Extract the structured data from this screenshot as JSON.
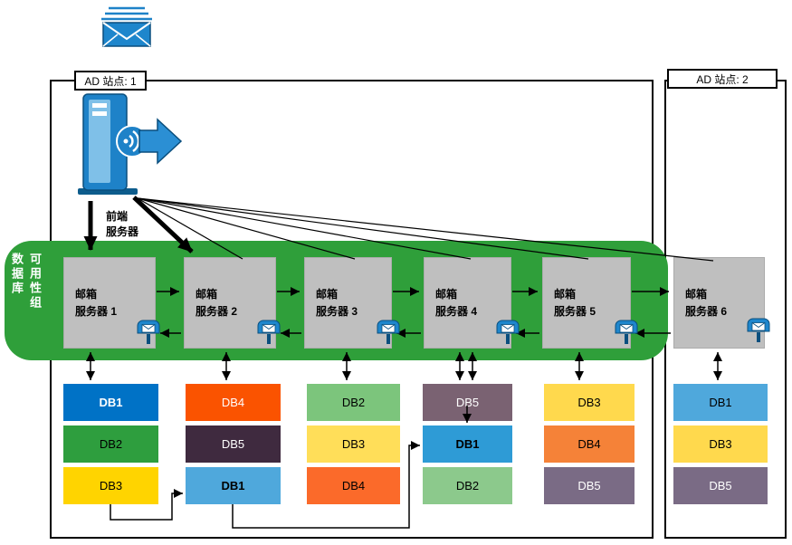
{
  "sites": [
    {
      "label": "AD 站点: 1"
    },
    {
      "label": "AD 站点: 2"
    }
  ],
  "frontend_server": {
    "label_line1": "前端",
    "label_line2": "服务器"
  },
  "dag_band": {
    "label_col1": "数据库",
    "label_col2": "可用性组",
    "color": "#2f9f3a"
  },
  "mailbox_servers": [
    {
      "line1": "邮箱",
      "line2": "服务器 1"
    },
    {
      "line1": "邮箱",
      "line2": "服务器 2"
    },
    {
      "line1": "邮箱",
      "line2": "服务器 3"
    },
    {
      "line1": "邮箱",
      "line2": "服务器 4"
    },
    {
      "line1": "邮箱",
      "line2": "服务器 5"
    },
    {
      "line1": "邮箱",
      "line2": "服务器 6"
    }
  ],
  "database_stacks": [
    {
      "databases": [
        {
          "label": "DB1",
          "bg": "#0072C6",
          "fg": "#ffffff",
          "weight": "700"
        },
        {
          "label": "DB2",
          "bg": "#2E9E3E",
          "fg": "#000000",
          "weight": "400"
        },
        {
          "label": "DB3",
          "bg": "#FFD400",
          "fg": "#000000",
          "weight": "400"
        }
      ]
    },
    {
      "databases": [
        {
          "label": "DB4",
          "bg": "#FA5300",
          "fg": "#ffffff",
          "weight": "400"
        },
        {
          "label": "DB5",
          "bg": "#3F2A3F",
          "fg": "#ffffff",
          "weight": "400"
        },
        {
          "label": "DB1",
          "bg": "#4FA8DC",
          "fg": "#000000",
          "weight": "700"
        }
      ]
    },
    {
      "databases": [
        {
          "label": "DB2",
          "bg": "#7CC57C",
          "fg": "#000000",
          "weight": "400"
        },
        {
          "label": "DB3",
          "bg": "#FFDE59",
          "fg": "#000000",
          "weight": "400"
        },
        {
          "label": "DB4",
          "bg": "#FB6A2A",
          "fg": "#000000",
          "weight": "400"
        }
      ]
    },
    {
      "databases": [
        {
          "label": "DB5",
          "bg": "#7A6272",
          "fg": "#ffffff",
          "weight": "400"
        },
        {
          "label": "DB1",
          "bg": "#2E9BD6",
          "fg": "#000000",
          "weight": "700"
        },
        {
          "label": "DB2",
          "bg": "#8CC98C",
          "fg": "#000000",
          "weight": "400"
        }
      ]
    },
    {
      "databases": [
        {
          "label": "DB3",
          "bg": "#FFD94D",
          "fg": "#000000",
          "weight": "400"
        },
        {
          "label": "DB4",
          "bg": "#F58238",
          "fg": "#000000",
          "weight": "400"
        },
        {
          "label": "DB5",
          "bg": "#7A6B85",
          "fg": "#ffffff",
          "weight": "400"
        }
      ]
    },
    {
      "databases": [
        {
          "label": "DB1",
          "bg": "#4FA8DC",
          "fg": "#000000",
          "weight": "400"
        },
        {
          "label": "DB3",
          "bg": "#FFD94D",
          "fg": "#000000",
          "weight": "400"
        },
        {
          "label": "DB5",
          "bg": "#7A6B85",
          "fg": "#ffffff",
          "weight": "400"
        }
      ]
    }
  ],
  "icons": {
    "mail_envelope": "mail-envelope-icon",
    "frontend_server": "server-broadcast-icon",
    "mail_transport": "mailbox-transport-icon"
  },
  "colors": {
    "dag_green": "#2f9f3a",
    "server_gray": "#BFBFBF",
    "accent_blue": "#1E82C8"
  }
}
